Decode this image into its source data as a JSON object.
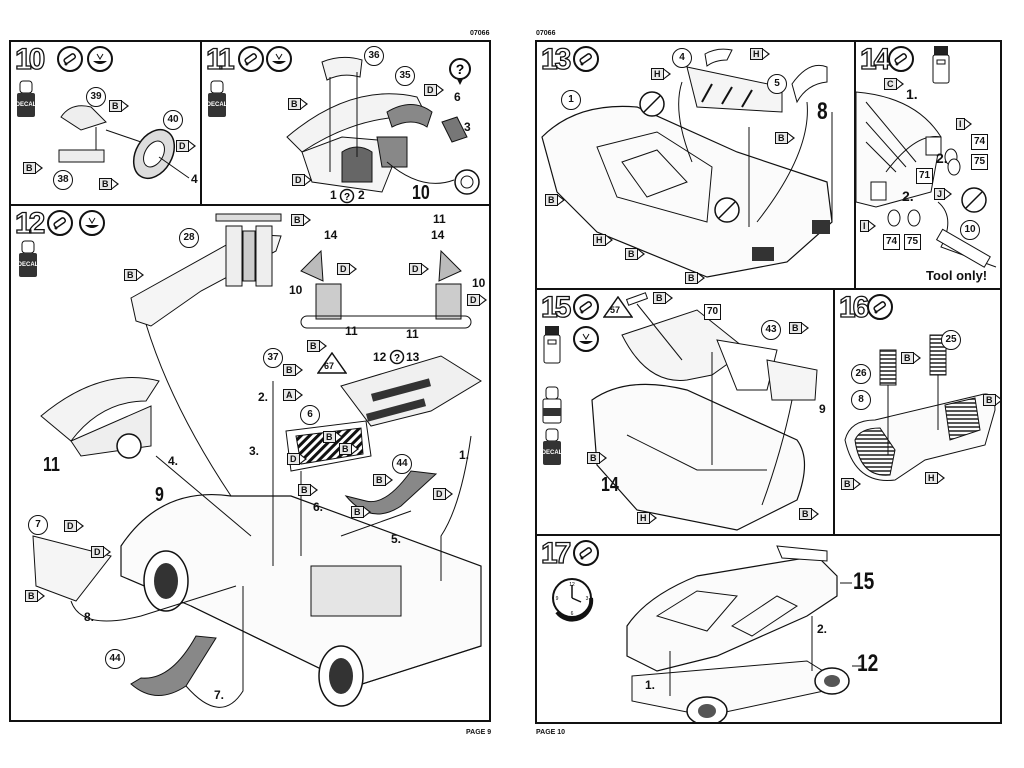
{
  "document": {
    "code_left": "07066",
    "code_right": "07066",
    "page_left": "PAGE 9",
    "page_right": "PAGE 10"
  },
  "steps": {
    "s10": {
      "number": "10",
      "icons": [
        "glue-icon",
        "paint-bowl-icon",
        "decal-bottle-icon"
      ],
      "callouts": [
        "39",
        "40",
        "38"
      ],
      "flags": [
        "B",
        "D",
        "B",
        "B"
      ],
      "labels": [
        "4"
      ]
    },
    "s11": {
      "number": "11",
      "icons": [
        "glue-icon",
        "paint-bowl-icon",
        "decal-bottle-icon"
      ],
      "callouts": [
        "36",
        "35"
      ],
      "flags": [
        "B",
        "D",
        "D"
      ],
      "labels": [
        "6",
        "3",
        "1",
        "2"
      ],
      "subassembly": "10"
    },
    "s12": {
      "number": "12",
      "icons": [
        "glue-icon",
        "paint-bowl-icon",
        "decal-bottle-icon"
      ],
      "callouts": [
        "28",
        "37",
        "6",
        "44",
        "7",
        "44"
      ],
      "flags": [
        "B",
        "B",
        "B",
        "A",
        "B",
        "D",
        "B",
        "B",
        "D",
        "D",
        "D",
        "B",
        "B",
        "D",
        "B",
        "D",
        "D",
        "B"
      ],
      "engine_labels": [
        "11",
        "14",
        "14",
        "10",
        "10",
        "11",
        "11",
        "12",
        "13"
      ],
      "triangle": "67",
      "subassemblies": [
        "11",
        "9"
      ],
      "sequence": [
        "1.",
        "2.",
        "3.",
        "4.",
        "5.",
        "6.",
        "7.",
        "8."
      ]
    },
    "s13": {
      "number": "13",
      "icons": [
        "glue-icon"
      ],
      "callouts": [
        "1",
        "4",
        "5"
      ],
      "flags": [
        "H",
        "H",
        "B",
        "B",
        "H",
        "B",
        "B"
      ],
      "subassembly": "8"
    },
    "s14": {
      "number": "14",
      "icons": [
        "glue-icon",
        "clear-glue-bottle-icon"
      ],
      "flags": [
        "C",
        "I",
        "J",
        "I"
      ],
      "boxes": [
        "74",
        "75",
        "71",
        "74",
        "75"
      ],
      "callouts": [
        "10"
      ],
      "sequence": [
        "1.",
        "2.",
        "2."
      ],
      "note": "Tool only!"
    },
    "s15": {
      "number": "15",
      "icons": [
        "glue-icon",
        "paint-bowl-icon",
        "clear-glue-bottle-icon",
        "special-bottle-icon",
        "decal-bottle-icon"
      ],
      "triangle": "57",
      "boxes": [
        "70"
      ],
      "callouts": [
        "43"
      ],
      "flags": [
        "B",
        "B",
        "B",
        "H",
        "B"
      ],
      "labels": [
        "9"
      ],
      "subassembly": "14"
    },
    "s16": {
      "number": "16",
      "icons": [
        "glue-icon"
      ],
      "callouts": [
        "25",
        "26",
        "8"
      ],
      "flags": [
        "B",
        "B",
        "B",
        "H"
      ]
    },
    "s17": {
      "number": "17",
      "icons": [
        "glue-icon",
        "clock-icon"
      ],
      "subassemblies": [
        "15",
        "12"
      ],
      "sequence": [
        "1.",
        "2."
      ]
    }
  }
}
